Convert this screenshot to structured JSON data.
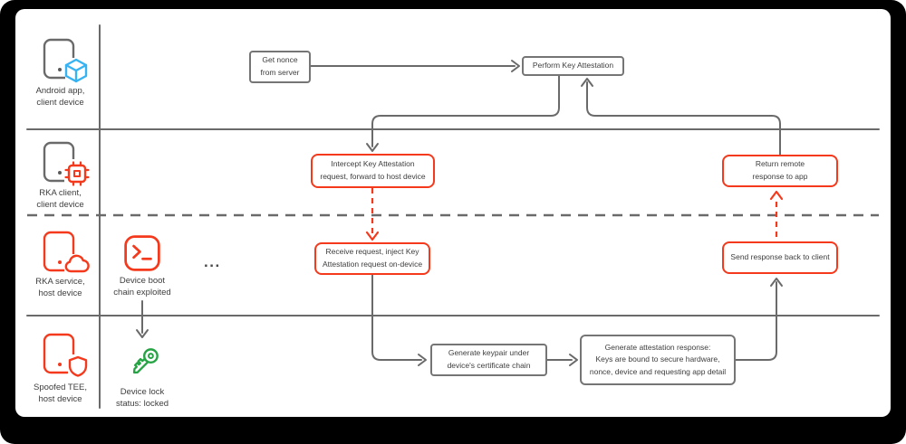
{
  "lanes": [
    {
      "label": "Android app,\nclient device",
      "icon": "phone-app-icon"
    },
    {
      "label": "RKA client,\nclient device",
      "icon": "phone-chip-icon"
    },
    {
      "label": "RKA service,\nhost device",
      "icon": "phone-cloud-icon"
    },
    {
      "label": "Spoofed TEE,\nhost device",
      "icon": "phone-shield-icon"
    }
  ],
  "nodes": {
    "get_nonce": "Get nonce\nfrom server",
    "perform_ka": "Perform Key Attestation",
    "intercept": "Intercept Key Attestation\nrequest, forward to host device",
    "return_remote": "Return remote\nresponse to app",
    "receive_request": "Receive request, inject Key\nAttestation request on-device",
    "send_response": "Send response back to client",
    "generate_keypair": "Generate keypair under\ndevice's certificate chain",
    "generate_attestation": "Generate attestation response:\nKeys are bound to secure hardware,\nnonce, device and requesting app detail"
  },
  "annotations": {
    "device_boot": "Device boot\nchain exploited",
    "device_lock": "Device lock\nstatus: locked",
    "ellipsis": "..."
  },
  "colors": {
    "accent_red": "#f4391c",
    "line_gray": "#6a6a6a",
    "green": "#26a344",
    "blue": "#35b3f2",
    "text": "#3d3d3d"
  }
}
